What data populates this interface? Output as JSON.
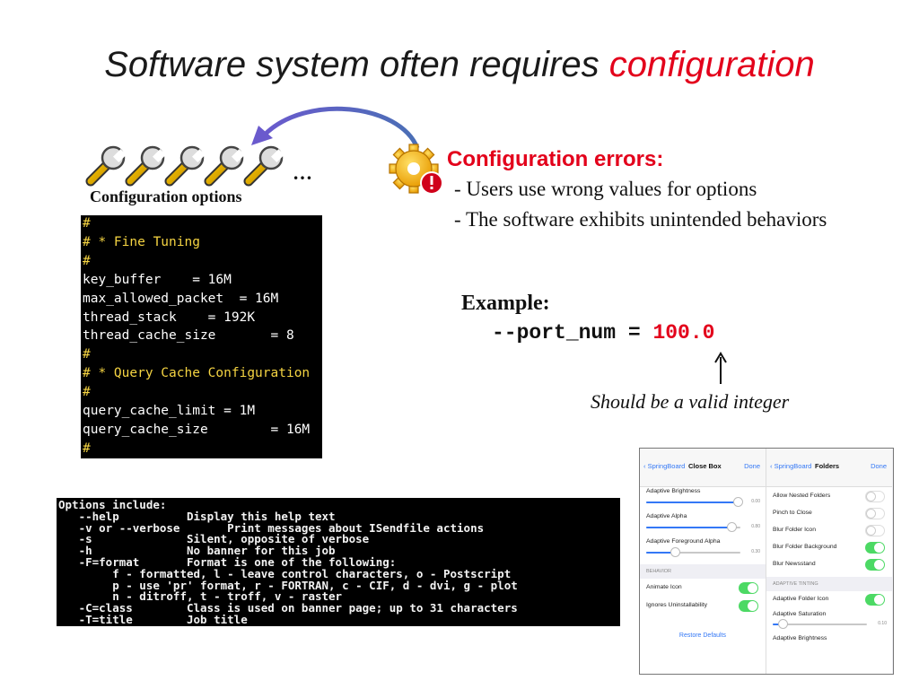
{
  "title": {
    "prefix": "Software system often requires",
    "highlight": "configuration"
  },
  "left": {
    "ellipsis": "…",
    "caption": "Configuration options"
  },
  "config_file": {
    "lines": [
      {
        "text": "#",
        "comment": true
      },
      {
        "text": "# * Fine Tuning",
        "comment": true
      },
      {
        "text": "#",
        "comment": true
      },
      {
        "text": "key_buffer    = 16M",
        "comment": false
      },
      {
        "text": "max_allowed_packet  = 16M",
        "comment": false
      },
      {
        "text": "thread_stack    = 192K",
        "comment": false
      },
      {
        "text": "thread_cache_size       = 8",
        "comment": false
      },
      {
        "text": "#",
        "comment": true
      },
      {
        "text": "# * Query Cache Configuration",
        "comment": true
      },
      {
        "text": "#",
        "comment": true
      },
      {
        "text": "query_cache_limit = 1M",
        "comment": false
      },
      {
        "text": "query_cache_size        = 16M",
        "comment": false
      },
      {
        "text": "#",
        "comment": true
      }
    ]
  },
  "errors": {
    "heading": "Configuration errors:",
    "items": [
      "- Users use wrong values for options",
      "- The software exhibits unintended behaviors"
    ]
  },
  "example": {
    "label": "Example:",
    "code_prefix": "--port_num = ",
    "code_value": "100.0",
    "hint": "Should be a valid integer"
  },
  "help_text": {
    "lines": [
      "Options include:",
      "   --help          Display this help text",
      "   -v or --verbose       Print messages about ISendfile actions",
      "   -s              Silent, opposite of verbose",
      "   -h              No banner for this job",
      "   -F=format       Format is one of the following:",
      "        f - formatted, l - leave control characters, o - Postscript",
      "        p - use 'pr' format, r - FORTRAN, c - CIF, d - dvi, g - plot",
      "        n - ditroff, t - troff, v - raster",
      "   -C=class        Class is used on banner page; up to 31 characters",
      "   -T=title        Job title"
    ]
  },
  "settings": {
    "left": {
      "back": "SpringBoard",
      "title": "Close Box",
      "done": "Done",
      "sliders": [
        {
          "label": "Adaptive Brightness",
          "value": 0.97,
          "value_text": "0.00"
        },
        {
          "label": "Adaptive Alpha",
          "value": 0.9,
          "value_text": "0.80"
        },
        {
          "label": "Adaptive Foreground Alpha",
          "value": 0.3,
          "value_text": "0.30"
        }
      ],
      "section": "BEHAVIOR",
      "toggles": [
        {
          "label": "Animate Icon",
          "on": true
        },
        {
          "label": "Ignores Uninstallability",
          "on": true
        }
      ],
      "restore": "Restore Defaults"
    },
    "right": {
      "back": "SpringBoard",
      "title": "Folders",
      "done": "Done",
      "toggles": [
        {
          "label": "Allow Nested Folders",
          "on": false
        },
        {
          "label": "Pinch to Close",
          "on": false
        },
        {
          "label": "Blur Folder Icon",
          "on": false
        },
        {
          "label": "Blur Folder Background",
          "on": true
        },
        {
          "label": "Blur Newsstand",
          "on": true
        }
      ],
      "section": "ADAPTIVE TINTING",
      "toggle2": {
        "label": "Adaptive Folder Icon",
        "on": true
      },
      "slider_label": "Adaptive Saturation",
      "slider_value": 0.1,
      "slider_value_text": "0.10",
      "last_label": "Adaptive Brightness"
    }
  }
}
